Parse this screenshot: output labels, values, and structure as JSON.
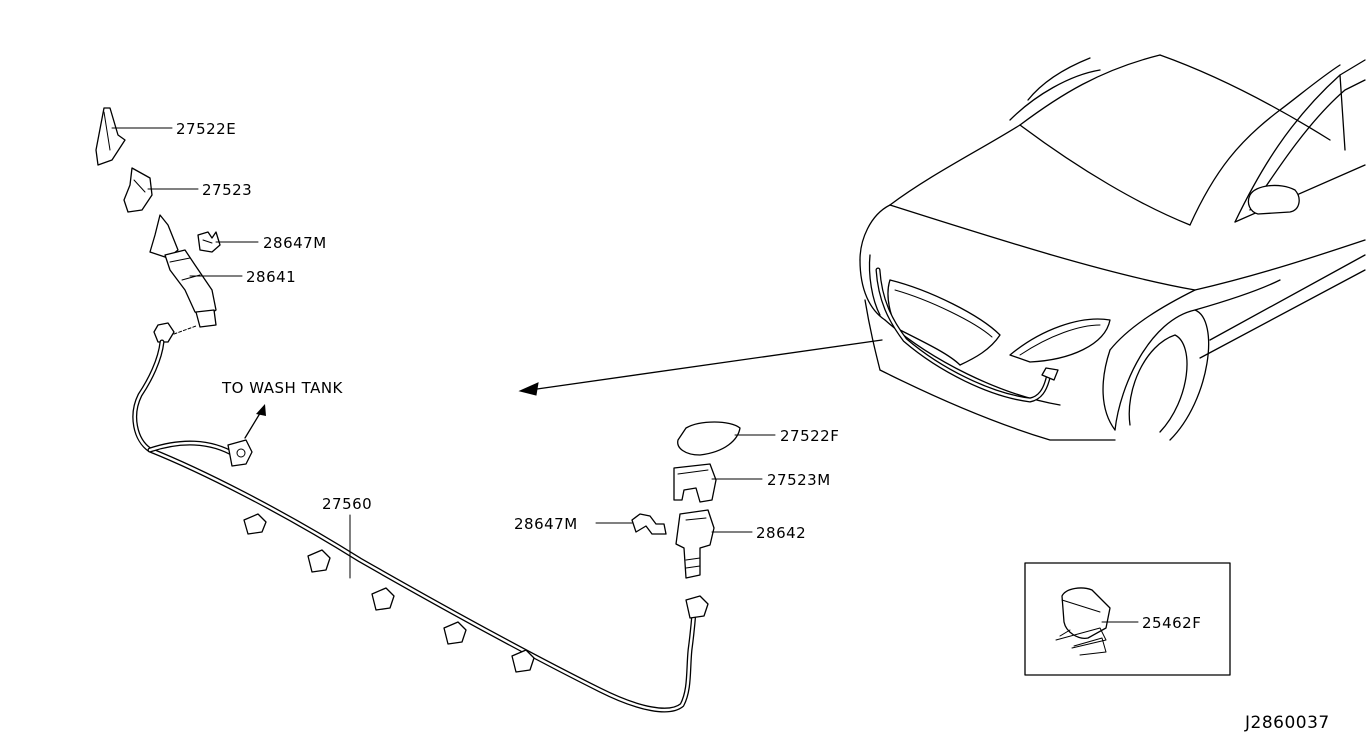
{
  "parts": [
    {
      "id": "27522E"
    },
    {
      "id": "27523"
    },
    {
      "id": "28647M"
    },
    {
      "id": "28641"
    },
    {
      "id": "27560"
    },
    {
      "id": "27522F"
    },
    {
      "id": "27523M"
    },
    {
      "id": "28647M"
    },
    {
      "id": "28642"
    },
    {
      "id": "25462F"
    }
  ],
  "note": "TO WASH TANK",
  "diagram_id": "J2860037"
}
